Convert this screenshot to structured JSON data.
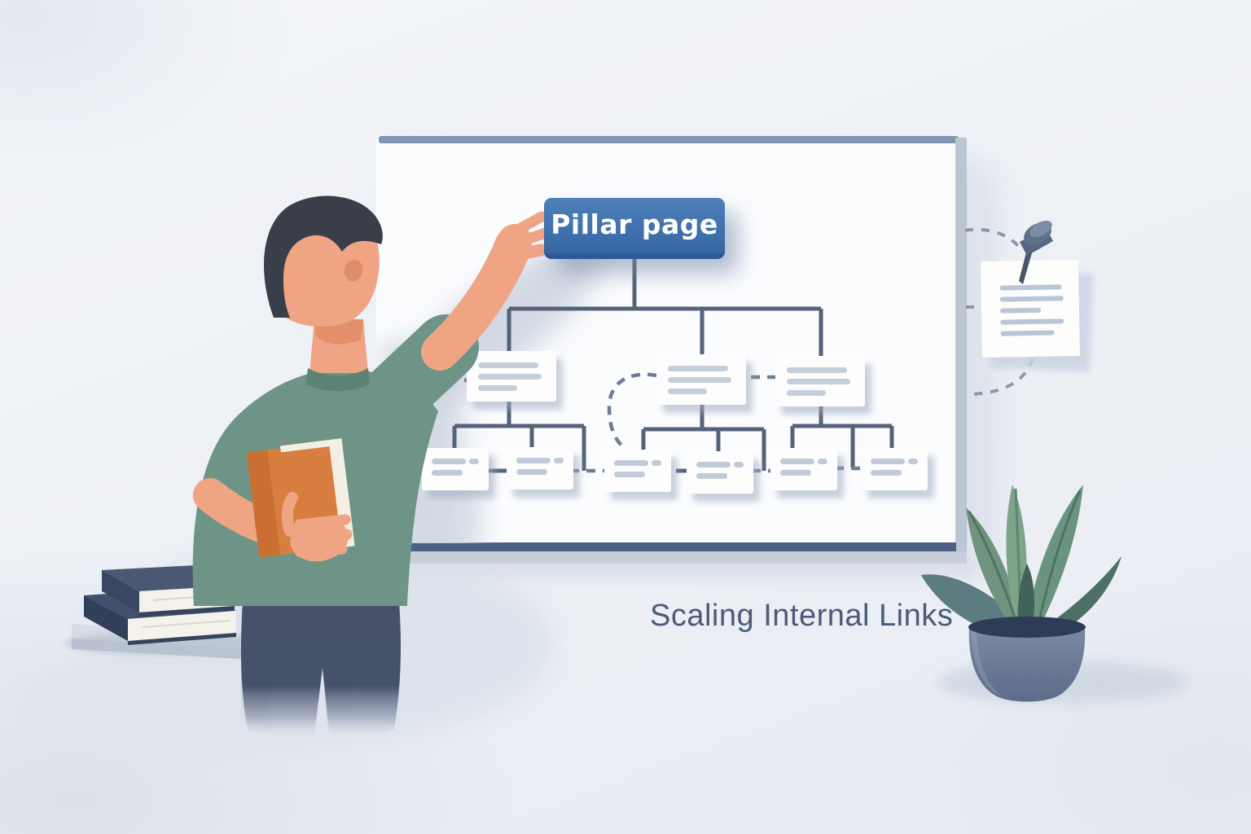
{
  "whiteboard": {
    "pillar_label": "Pillar page"
  },
  "caption": {
    "text": "Scaling Internal Links"
  },
  "diagram": {
    "type": "tree",
    "root_label": "Pillar page",
    "level2_card_count": 3,
    "level3_card_count": 6,
    "link_styles": [
      "solid",
      "dashed"
    ]
  },
  "palette": {
    "pillar_blue": "#3f72ae",
    "connector_slate": "#546379",
    "dash_slate": "#6e7d94",
    "caption_color": "#4b5b78",
    "board_white": "#fbfcfd",
    "frame_top": "#8096b2",
    "frame_bottom": "#4d6185",
    "shirt_green": "#6d9486",
    "skin": "#efa584",
    "hair": "#3a3e49",
    "book_orange": "#d97e41",
    "pants": "#47526a",
    "pot_blue": "#6e7f9f",
    "leaf_green": "#557a6d",
    "note_white": "#fdfdfb"
  }
}
